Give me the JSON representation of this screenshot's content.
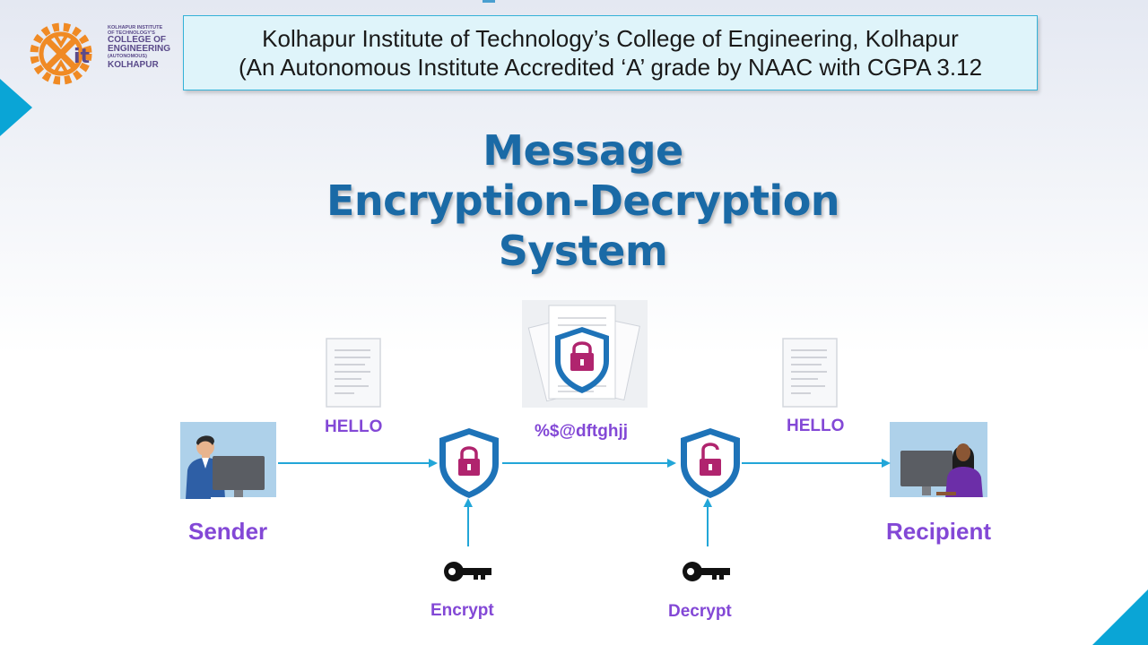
{
  "header": {
    "line1": "Kolhapur Institute of Technology’s College of Engineering, Kolhapur",
    "line2": "(An Autonomous Institute Accredited ‘A’ grade by NAAC with CGPA 3.12"
  },
  "logo": {
    "small_line1": "KOLHAPUR INSTITUTE",
    "small_line2": "OF TECHNOLOGY'S",
    "main_line1": "COLLEGE OF",
    "main_line2": "ENGINEERING",
    "tag": "(AUTONOMOUS)",
    "city": "KOLHAPUR"
  },
  "title": {
    "line1": "Message",
    "line2": "Encryption-Decryption",
    "line3": "System"
  },
  "diagram": {
    "sender_label": "Sender",
    "recipient_label": "Recipient",
    "plaintext_left": "HELLO",
    "plaintext_right": "HELLO",
    "ciphertext": "%$@dftghjj",
    "encrypt_label": "Encrypt",
    "decrypt_label": "Decrypt"
  },
  "colors": {
    "accent": "#0aa5d6",
    "title": "#1a6aa6",
    "label": "#8348d6",
    "shield": "#1e73b8",
    "lock": "#b0246e"
  },
  "icons": [
    "logo-gear-icon",
    "document-icon",
    "shield-lock-icon",
    "shield-unlock-icon",
    "key-icon",
    "sender-person-icon",
    "recipient-person-icon"
  ]
}
